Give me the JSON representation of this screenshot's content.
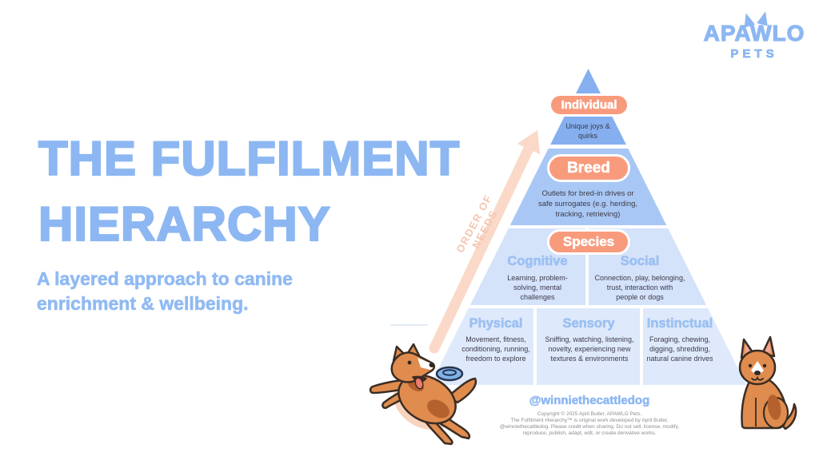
{
  "brand": {
    "name": "APAWLO",
    "tagline": "PETS"
  },
  "title": {
    "line1": "THE FULFILMENT",
    "line2": "HIERARCHY"
  },
  "subtitle": "A layered approach to canine\nenrichment & wellbeing.",
  "axis_label": "ORDER OF NEEDS",
  "pyramid": {
    "levels": [
      {
        "pill": "Individual",
        "body": "Unique joys &\nquirks"
      },
      {
        "pill": "Breed",
        "body": "Outlets for bred-in drives or\nsafe surrogates (e.g. herding,\ntracking, retrieving)"
      },
      {
        "pill": "Species",
        "columns": [
          {
            "heading": "Cognitive",
            "body": "Learning, problem-\nsolving, mental\nchallenges"
          },
          {
            "heading": "Social",
            "body": "Connection, play,  belonging,\ntrust, interaction with\npeople or dogs"
          }
        ]
      },
      {
        "columns": [
          {
            "heading": "Physical",
            "body": "Movement, fitness,\nconditioning, running,\nfreedom to explore"
          },
          {
            "heading": "Sensory",
            "body": "Sniffing, watching, listening,\nnovelty, experiencing new\ntextures & environments"
          },
          {
            "heading": "Instinctual",
            "body": "Foraging, chewing,\ndigging, shredding,\nnatural canine drives"
          }
        ]
      }
    ]
  },
  "footer": {
    "handle": "@winniethecattledog",
    "copyright": "Copyright © 2025 April Butler, APAWLO Pets.\nThe Fulfilment Hierarchy™ is original work developed by April Butler,\n@winniethecattledog. Please credit when sharing. Do not sell, license, modify,\nreproduce, publish, adapt, edit, or create derivative works."
  },
  "colors": {
    "accent_blue": "#8CB7F2",
    "heading_blue": "#9CC0F2",
    "level1_blue": "#85AFEF",
    "level2_blue": "#A9C7F4",
    "level3_blue": "#D4E2FA",
    "level4_blue": "#DEE9FB",
    "pill_salmon": "#F89B7C",
    "arrow_peach": "#FAD9C8",
    "order_label_peach": "#F4C6AF",
    "body_text": "#3C3B49",
    "copyright_gray": "#8E8E96",
    "dog_orange": "#E08C4E",
    "dog_patch_brown": "#B4612E",
    "frisbee_blue": "#7FB3E8"
  }
}
